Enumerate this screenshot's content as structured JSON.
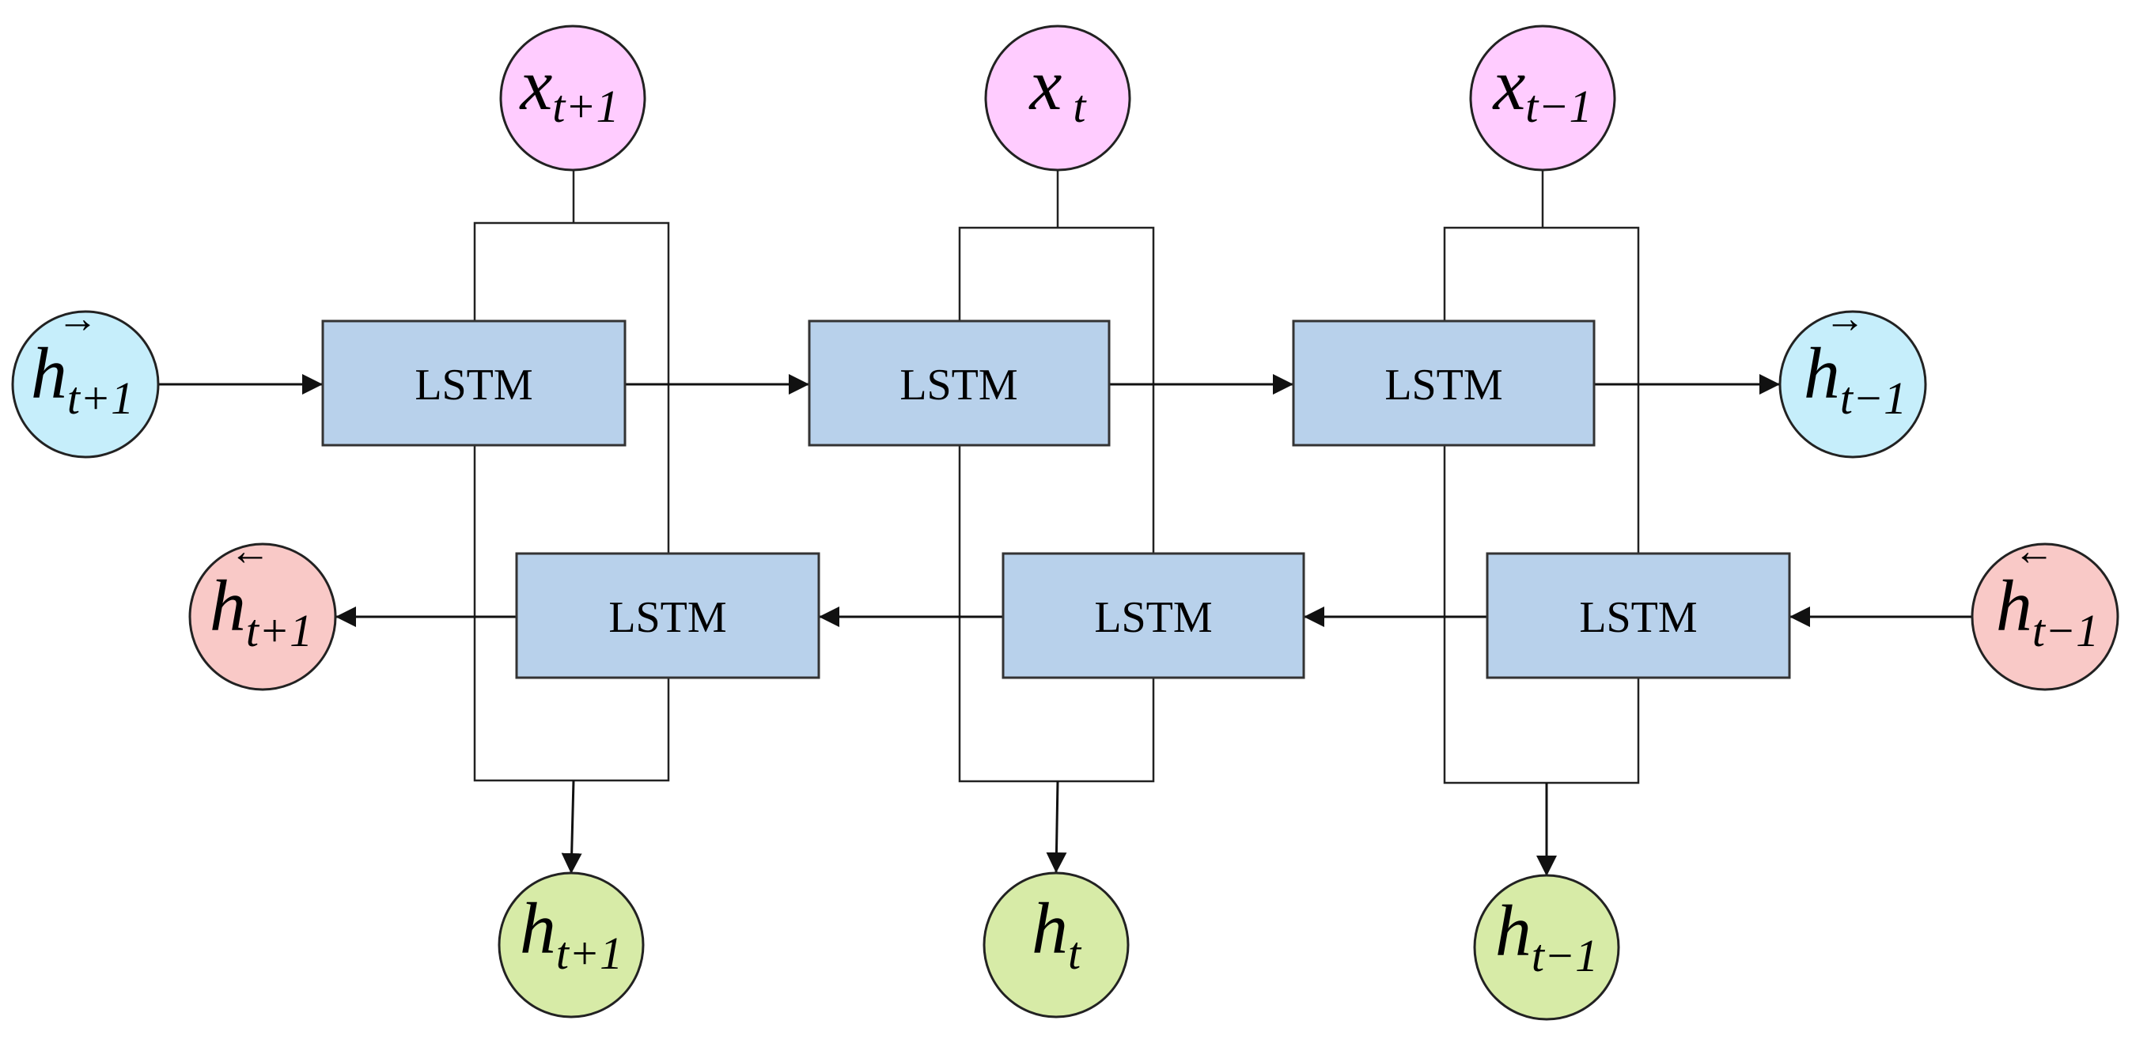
{
  "colors": {
    "input_node": "#FFCCFF",
    "forward_state_node": "#C6EEFB",
    "backward_state_node": "#F9C9C7",
    "output_node": "#D7EBA7",
    "lstm_box": "#B8D1EB"
  },
  "lstm_label": "LSTM",
  "inputs": [
    {
      "base": "x",
      "sub": "t+1"
    },
    {
      "base": "x",
      "sub": "t"
    },
    {
      "base": "x",
      "sub": "t−1"
    }
  ],
  "outputs": [
    {
      "base": "h",
      "sub": "t+1"
    },
    {
      "base": "h",
      "sub": "t"
    },
    {
      "base": "h",
      "sub": "t−1"
    }
  ],
  "forward_start": {
    "base": "h",
    "sub": "t+1",
    "accent": "→"
  },
  "forward_end": {
    "base": "h",
    "sub": "t−1",
    "accent": "→"
  },
  "backward_start": {
    "base": "h",
    "sub": "t−1",
    "accent": "←"
  },
  "backward_end": {
    "base": "h",
    "sub": "t+1",
    "accent": "←"
  }
}
